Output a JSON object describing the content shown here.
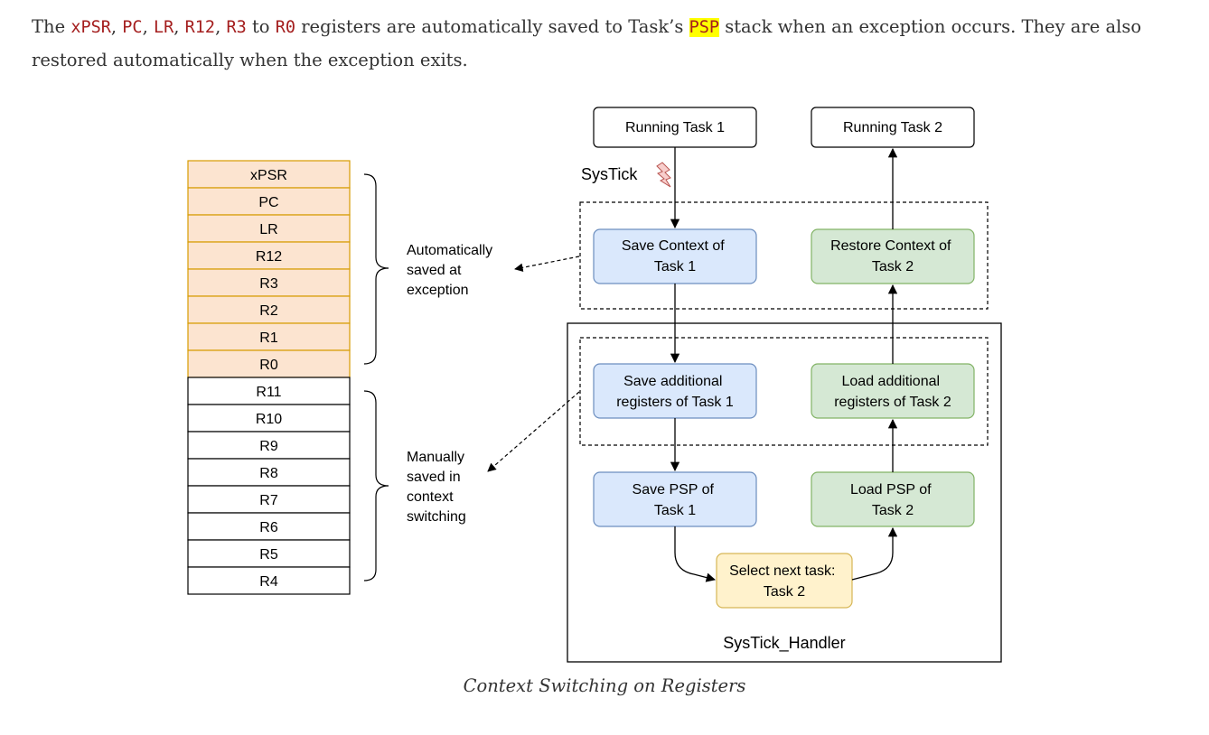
{
  "paragraph": {
    "t1": "The ",
    "r_xpsr": "xPSR",
    "c1": ", ",
    "r_pc": "PC",
    "c2": ", ",
    "r_lr": "LR",
    "c3": ", ",
    "r_r12": "R12",
    "c4": ", ",
    "r_r3": "R3",
    "t2": " to ",
    "r_r0": "R0",
    "t3": " registers are automatically saved to Task’s ",
    "psp": "PSP",
    "t4": " stack when an exception occurs. They are also restored automatically when the exception exits."
  },
  "diagram": {
    "stack_auto": [
      "xPSR",
      "PC",
      "LR",
      "R12",
      "R3",
      "R2",
      "R1",
      "R0"
    ],
    "stack_manual": [
      "R11",
      "R10",
      "R9",
      "R8",
      "R7",
      "R6",
      "R5",
      "R4"
    ],
    "auto_note": [
      "Automatically",
      "saved at",
      "exception"
    ],
    "manual_note": [
      "Manually",
      "saved in",
      "context",
      "switching"
    ],
    "running_task_1": "Running Task 1",
    "running_task_2": "Running Task 2",
    "systick": "SysTick",
    "save_context": [
      "Save Context of",
      "Task 1"
    ],
    "restore_context": [
      "Restore Context of",
      "Task 2"
    ],
    "save_additional": [
      "Save additional",
      "registers of Task 1"
    ],
    "load_additional": [
      "Load additional",
      "registers of Task 2"
    ],
    "save_psp": [
      "Save PSP of",
      "Task 1"
    ],
    "load_psp": [
      "Load PSP of",
      "Task 2"
    ],
    "select_next": [
      "Select next task:",
      "Task 2"
    ],
    "handler_label": "SysTick_Handler",
    "colors": {
      "auto_fill": "#fce4d0",
      "auto_stroke": "#d79b00",
      "blue_fill": "#dae8fc",
      "blue_stroke": "#6c8ebf",
      "green_fill": "#d5e8d4",
      "green_stroke": "#82b366",
      "yellow_fill": "#fff2cc",
      "yellow_stroke": "#d6b656",
      "bolt_fill": "#f8cecc",
      "bolt_stroke": "#b85450"
    }
  },
  "caption": "Context Switching on Registers"
}
